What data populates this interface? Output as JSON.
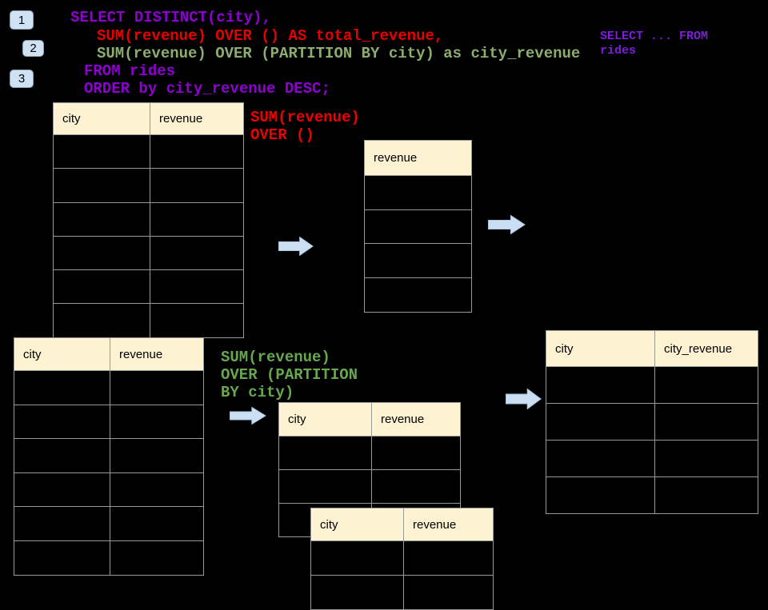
{
  "colors": {
    "background": "#000000",
    "table_header_fill": "#FDF2D1",
    "table_border": "#999999",
    "arrow_fill": "#CBDFF3",
    "badge_fill": "#CFE1F3",
    "sql_purple": "#8E00D2",
    "sql_red": "#E80000",
    "sql_green": "#8CAD6E",
    "annotation_red": "#EE0000",
    "annotation_green": "#67A74E",
    "note_purple": "#7D1EDB"
  },
  "badges": [
    {
      "label": "1"
    },
    {
      "label": "2"
    },
    {
      "label": "3"
    }
  ],
  "sql": {
    "line1": "SELECT DISTINCT(city),",
    "line2": "SUM(revenue) OVER () AS total_revenue,",
    "line3": "SUM(revenue) OVER (PARTITION BY city) as city_revenue",
    "line4": "FROM rides",
    "line5": "ORDER by city_revenue DESC;"
  },
  "side_note": {
    "line1": "SELECT ... FROM",
    "line2": "rides"
  },
  "annotation_total": {
    "line1": "SUM(revenue)",
    "line2": "OVER ()"
  },
  "annotation_partition": {
    "line1": "SUM(revenue)",
    "line2": "OVER (PARTITION",
    "line3": "BY city)"
  },
  "tables": {
    "source_top": {
      "headers": [
        "city",
        "revenue"
      ],
      "empty_rows": 6
    },
    "total_result": {
      "headers": [
        "revenue"
      ],
      "empty_rows": 4
    },
    "source_bottom": {
      "headers": [
        "city",
        "revenue"
      ],
      "empty_rows": 6
    },
    "partition_back": {
      "headers": [
        "city",
        "revenue"
      ],
      "empty_rows": 3
    },
    "partition_front": {
      "headers": [
        "city",
        "revenue"
      ],
      "empty_rows": 2
    },
    "final_result": {
      "headers": [
        "city",
        "city_revenue"
      ],
      "empty_rows": 4
    }
  },
  "icons": {
    "arrow": "arrow-right-icon"
  }
}
